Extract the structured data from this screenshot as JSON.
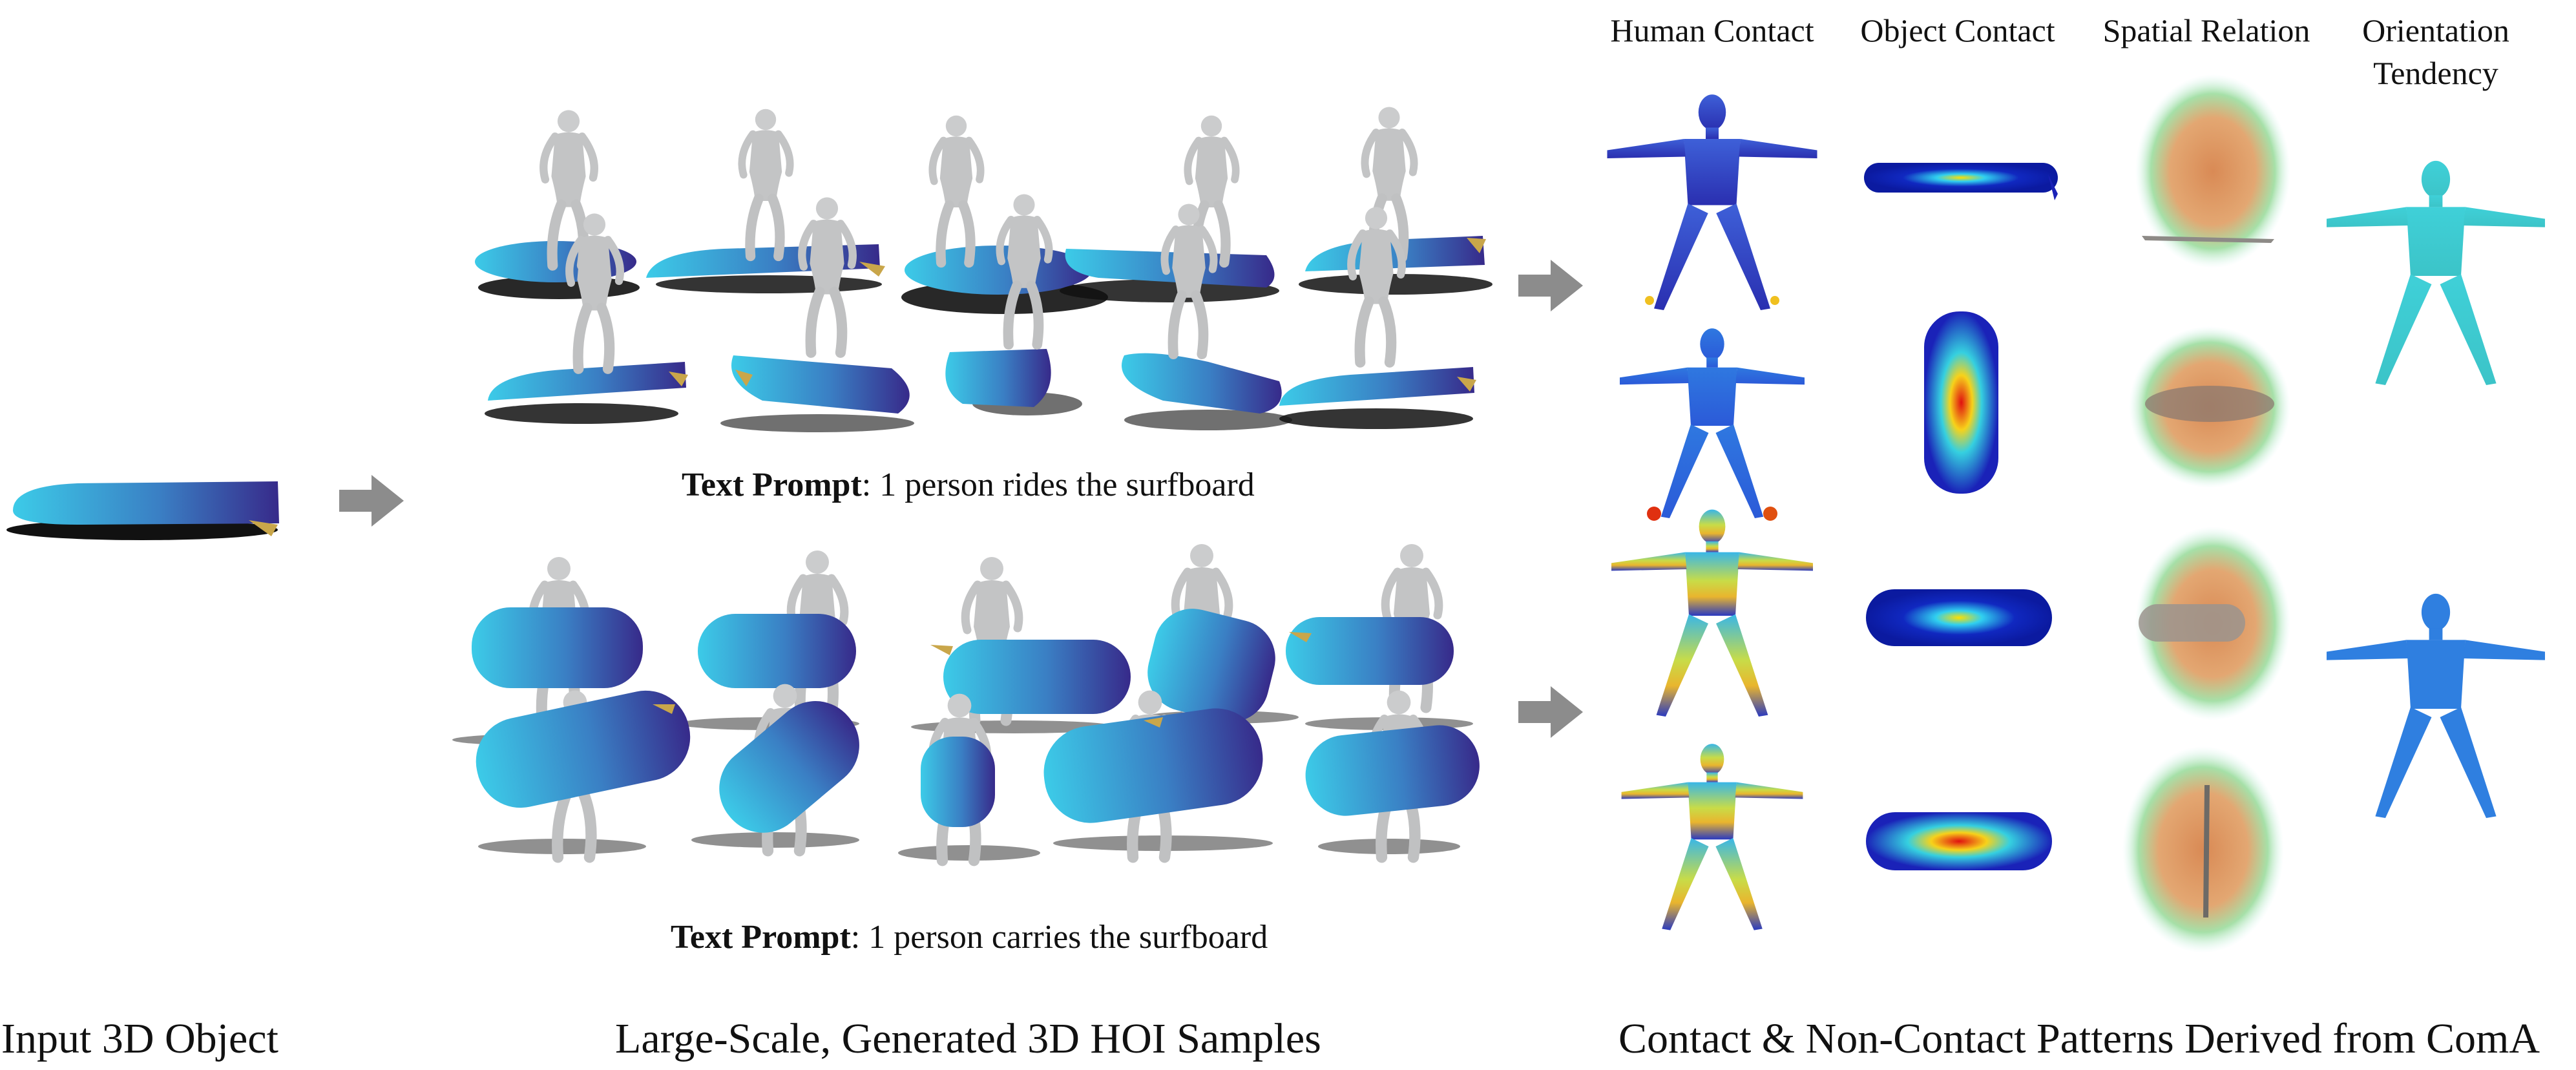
{
  "headers": {
    "human_contact": "Human Contact",
    "object_contact": "Object Contact",
    "spatial_relation": "Spatial Relation",
    "orientation_line1": "Orientation",
    "orientation_line2": "Tendency"
  },
  "prompts": {
    "top_bold": "Text Prompt",
    "top_rest": ": 1 person rides the surfboard",
    "bottom_bold": "Text Prompt",
    "bottom_rest": ": 1 person carries the surfboard"
  },
  "bottom_labels": {
    "input": "Input 3D Object",
    "samples": "Large-Scale, Generated 3D HOI Samples",
    "patterns": "Contact & Non-Contact Patterns Derived from ComA"
  },
  "colors": {
    "board_light": "#38c0e4",
    "board_dark": "#3a2f8f",
    "human": "#c9cacb",
    "arrow": "#8c8c8c",
    "fin": "#c9a64a"
  },
  "icons": [
    "arrow-right-icon"
  ]
}
